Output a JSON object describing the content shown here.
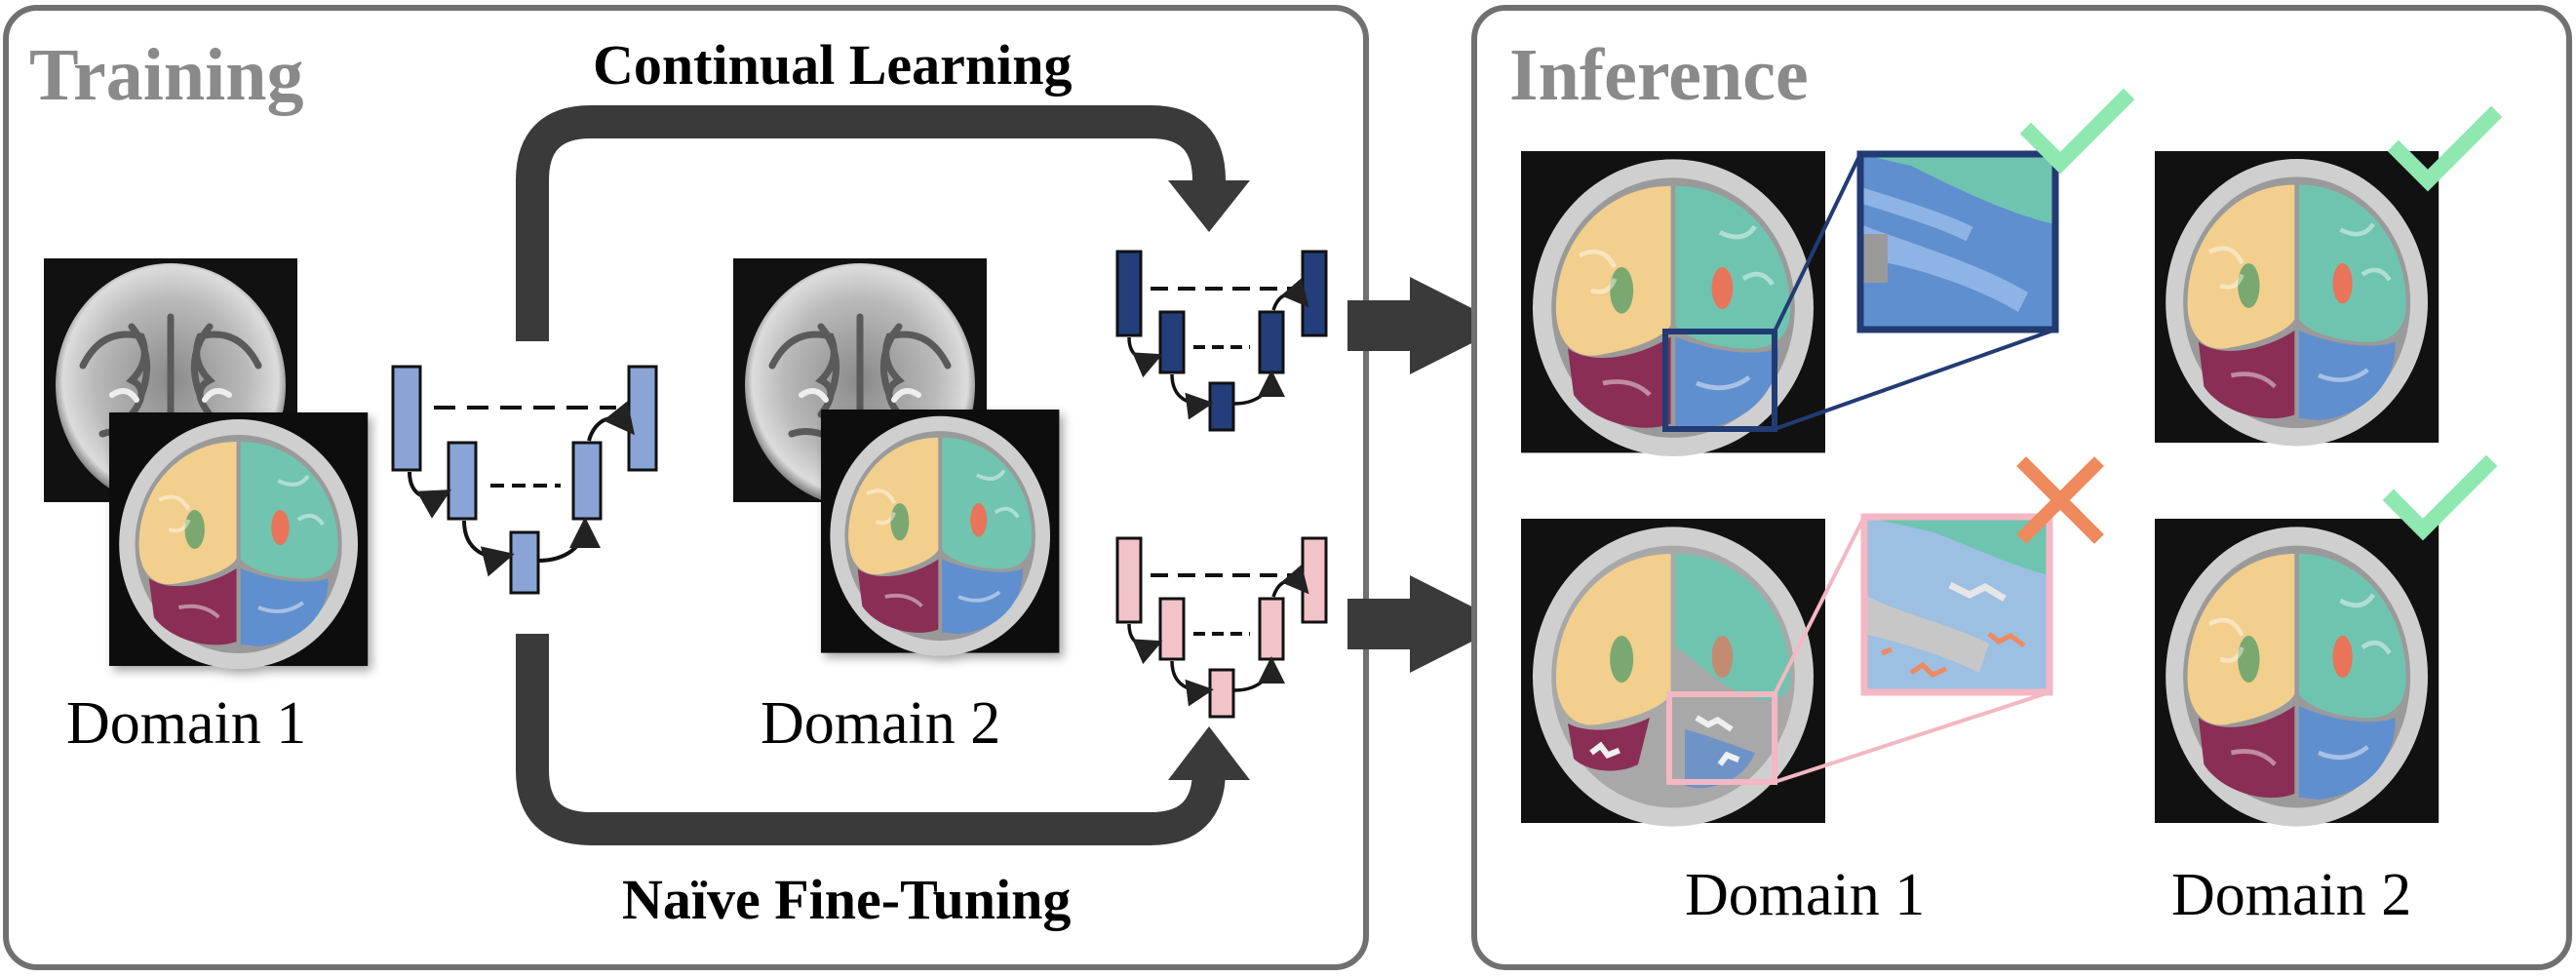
{
  "training": {
    "panel_title": "Training",
    "continual_label": "Continual Learning",
    "naive_label": "Naïve Fine-Tuning",
    "domain1_label": "Domain 1",
    "domain2_label": "Domain 2"
  },
  "inference": {
    "panel_title": "Inference",
    "col1_label": "Domain 1",
    "col2_label": "Domain 2",
    "results": {
      "continual_domain1": "check",
      "continual_domain2": "check",
      "naive_domain1": "cross",
      "naive_domain2": "check"
    }
  },
  "icons": {
    "check": "check-icon",
    "cross": "cross-icon",
    "network": "unet-icon",
    "arrow": "arrow-icon"
  },
  "colors": {
    "panel_border": "#707070",
    "title_gray": "#8a8a8a",
    "arrow_dark": "#3a3a3a",
    "unet_base": "#8aa4d6",
    "unet_continual": "#233e7a",
    "unet_naive": "#f2c3c9",
    "check_green": "#8ee8b0",
    "cross_orange": "#ee8a5e",
    "seg_yellow": "#f2cf8c",
    "seg_teal": "#6fc4b0",
    "seg_maroon": "#8a2e55",
    "seg_blue": "#5f8fce",
    "seg_green": "#7aa870",
    "seg_red": "#e8745a",
    "zoom_pink": "#f3b8c3",
    "zoom_navy": "#223b73"
  }
}
